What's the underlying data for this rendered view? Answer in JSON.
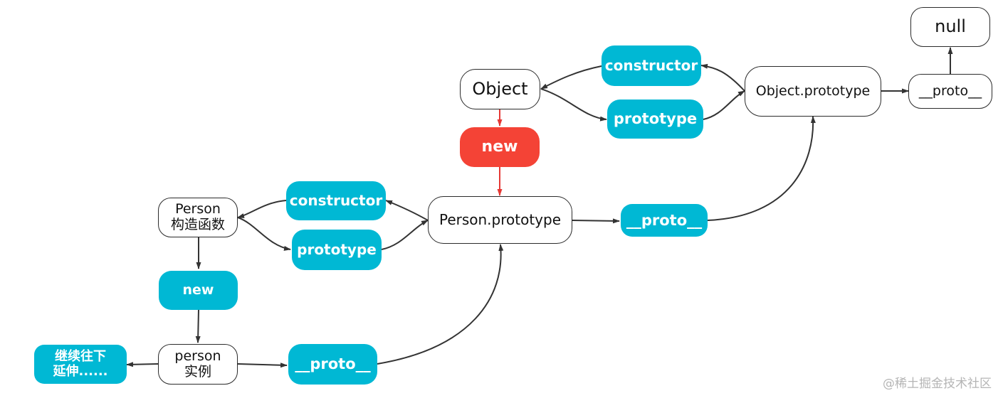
{
  "diagram": {
    "colors": {
      "cyan": "#00b8d4",
      "red": "#f44336",
      "edge": "#333333",
      "edge_red": "#e53935"
    },
    "nodes": {
      "null_node": "null",
      "object": "Object",
      "object_constructor": "constructor",
      "object_prototype_label": "prototype",
      "object_prototype": "Object.prototype",
      "object_proto": "__proto__",
      "new_red": "new",
      "person_ctor_line1": "Person",
      "person_ctor_line2": "构造函数",
      "person_constructor": "constructor",
      "person_prototype_label": "prototype",
      "person_prototype": "Person.prototype",
      "person_prototype_proto": "__proto__",
      "new_cyan": "new",
      "person_instance_line1": "person",
      "person_instance_line2": "实例",
      "instance_proto": "__proto__",
      "continue_line1": "继续往下",
      "continue_line2": "延伸......"
    },
    "watermark": "@稀土掘金技术社区"
  }
}
